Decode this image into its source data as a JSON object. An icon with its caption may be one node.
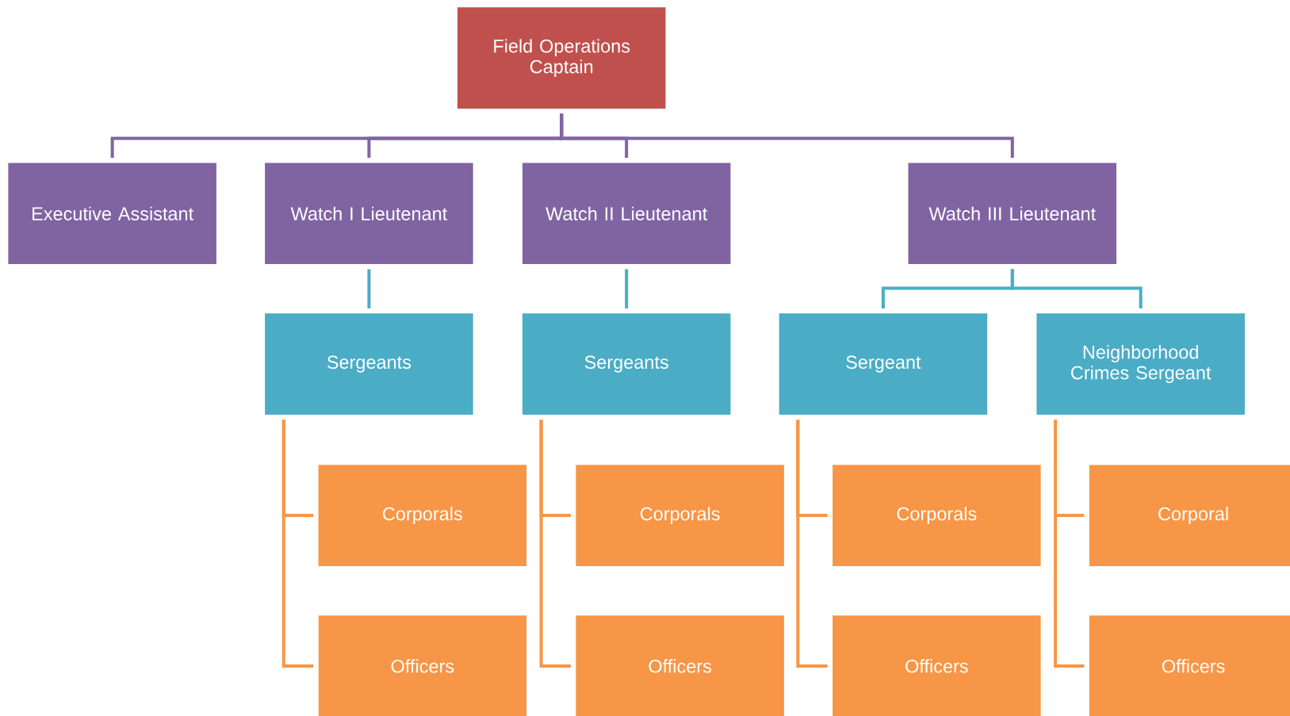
{
  "diagram": {
    "nodes": [
      {
        "text": [
          "Field Operations Captain"
        ]
      },
      {
        "text": [
          "Executive Assistant"
        ]
      },
      {
        "text": [
          "Watch I Lieutenant"
        ]
      },
      {
        "text": [
          "Watch II Lieutenant"
        ]
      },
      {
        "text": [
          "Watch III Lieutenant"
        ]
      },
      {
        "text": [
          "Sergeants"
        ]
      },
      {
        "text": [
          "Sergeants"
        ]
      },
      {
        "text": [
          "Sergeant"
        ]
      },
      {
        "text": [
          "Neighborhood Crimes Sergeant"
        ]
      },
      {
        "text": [
          "Corporals"
        ]
      },
      {
        "text": [
          "Corporals"
        ]
      },
      {
        "text": [
          "Corporals"
        ]
      },
      {
        "text": [
          "Corporal"
        ]
      },
      {
        "text": [
          "Officers"
        ]
      },
      {
        "text": [
          "Officers"
        ]
      },
      {
        "text": [
          "Officers"
        ]
      },
      {
        "text": [
          "Officers"
        ]
      }
    ],
    "edges": [
      {
        "from": 0,
        "to": 1,
        "arrow": "none",
        "color": "#8064a2"
      },
      {
        "from": 0,
        "to": 2,
        "arrow": "none",
        "color": "#8064a2"
      },
      {
        "from": 0,
        "to": 3,
        "arrow": "none",
        "color": "#8064a2"
      },
      {
        "from": 0,
        "to": 4,
        "arrow": "none",
        "color": "#8064a2"
      },
      {
        "from": 2,
        "to": 5,
        "arrow": "none",
        "color": "#4bacc6"
      },
      {
        "from": 3,
        "to": 6,
        "arrow": "none",
        "color": "#4bacc6"
      },
      {
        "from": 4,
        "to": 7,
        "arrow": "none",
        "color": "#4bacc6"
      },
      {
        "from": 4,
        "to": 8,
        "arrow": "none",
        "color": "#4bacc6"
      },
      {
        "from": 5,
        "to": 9,
        "arrow": "none"
      },
      {
        "from": 5,
        "to": 13,
        "arrow": "none"
      },
      {
        "from": 6,
        "to": 10,
        "arrow": "none"
      },
      {
        "from": 6,
        "to": 14,
        "arrow": "none"
      },
      {
        "from": 7,
        "to": 11,
        "arrow": "none"
      },
      {
        "from": 7,
        "to": 15,
        "arrow": "none"
      },
      {
        "from": 8,
        "to": 12,
        "arrow": "none"
      },
      {
        "from": 8,
        "to": 16,
        "arrow": "none"
      }
    ]
  }
}
